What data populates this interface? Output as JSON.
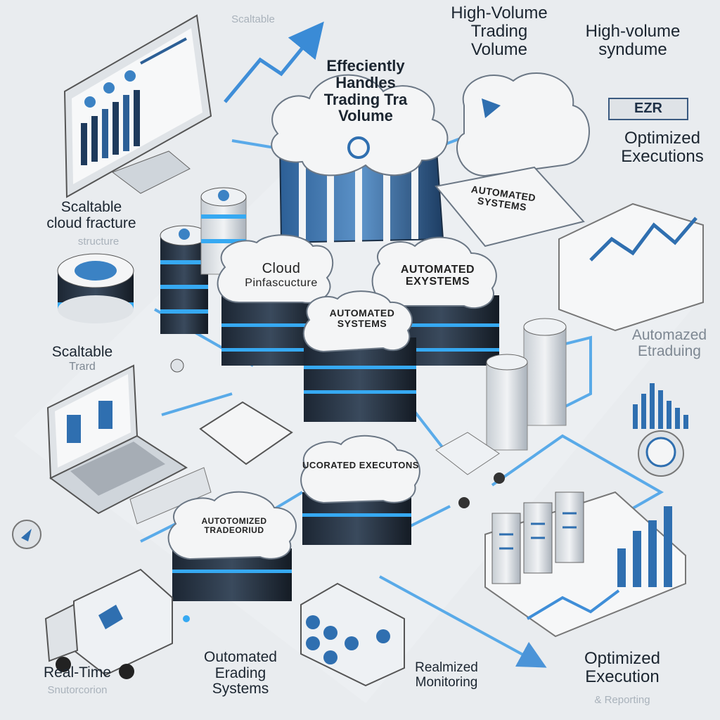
{
  "title_top": [
    "Effeciently",
    "Handles",
    "Trading Tra",
    "Volume"
  ],
  "hv_left": [
    "High-Volume",
    "Trading",
    "Volume"
  ],
  "hv_right": [
    "High-volume",
    "syndume"
  ],
  "badge": "EZR",
  "optimized_exec_top": [
    "Optimized",
    "Executions"
  ],
  "automated_systems_card": [
    "AUTOMATED",
    "SYSTEMS"
  ],
  "cloud_infra": [
    "Cloud",
    "Pinfascucture"
  ],
  "automated_exsystems": [
    "AUTOMATED",
    "EXYSTEMS"
  ],
  "automated_systems_mid": [
    "AUTOMATED",
    "SYSTEMS"
  ],
  "automated_executions": "UCORATED EXECUTONS",
  "automated_trading_label": [
    "AUTOTOMIZED",
    "TRADEORIUD"
  ],
  "scalable_cloud": [
    "Scaltable",
    "cloud fracture"
  ],
  "scalable_cloud_sub": "structure",
  "scalable_trade": [
    "Scaltable",
    "Trard"
  ],
  "scalable_top_faded": "Scaltable",
  "automated_etrading": [
    "Automazed",
    "Etraduing"
  ],
  "real_time": "Real-Time",
  "real_time_sub": "Snutorcorion",
  "automated_trading_bottom": [
    "Outomated",
    "Erading",
    "Systems"
  ],
  "realized_monitoring": [
    "Realmized",
    "Monitoring"
  ],
  "optimized_exec_bottom": [
    "Optimized",
    "Execution"
  ],
  "optimized_exec_bottom_sub": "& Reporting",
  "colors": {
    "primary": "#2f6fb0",
    "dark": "#1f3147",
    "glow": "#36a9f2",
    "cloud": "#f4f5f6"
  }
}
